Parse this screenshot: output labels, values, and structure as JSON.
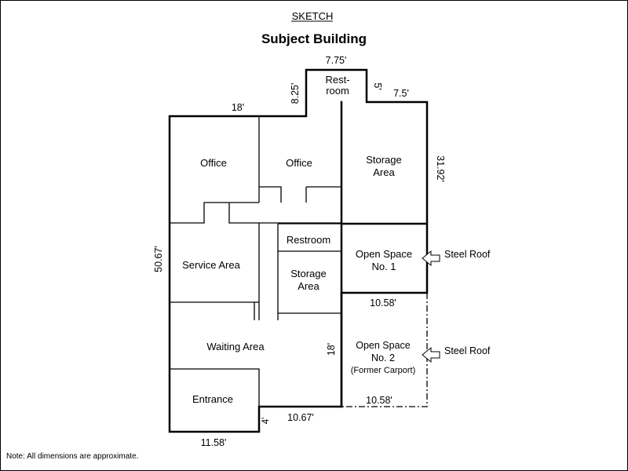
{
  "header": {
    "sketch_label": "SKETCH",
    "title": "Subject Building"
  },
  "rooms": {
    "restroom_top": [
      "Rest-",
      "room"
    ],
    "office_left": "Office",
    "office_center": "Office",
    "storage_right": [
      "Storage",
      "Area"
    ],
    "service_area": "Service Area",
    "restroom_center": "Restroom",
    "storage_center": [
      "Storage",
      "Area"
    ],
    "open_space_1": [
      "Open Space",
      "No. 1"
    ],
    "waiting_area": "Waiting Area",
    "open_space_2": [
      "Open Space",
      "No. 2",
      "(Former Carport)"
    ],
    "entrance": "Entrance"
  },
  "dimensions": {
    "restroom_top_width": "7.75'",
    "restroom_left_height": "8.25'",
    "restroom_right_height": "5'",
    "storage_top_width": "7.5'",
    "top_left_width": "18'",
    "storage_right_height": "31.92'",
    "left_height": "50.67'",
    "open_space_1_bottom": "10.58'",
    "open_space_2_left": "18'",
    "open_space_2_bottom": "10.58'",
    "bottom_mid_width": "10.67'",
    "entrance_step": "4'",
    "entrance_bottom": "11.58'"
  },
  "callouts": {
    "steel_roof_1": "Steel Roof",
    "steel_roof_2": "Steel Roof"
  },
  "footer": {
    "note": "Note: All dimensions are approximate."
  }
}
